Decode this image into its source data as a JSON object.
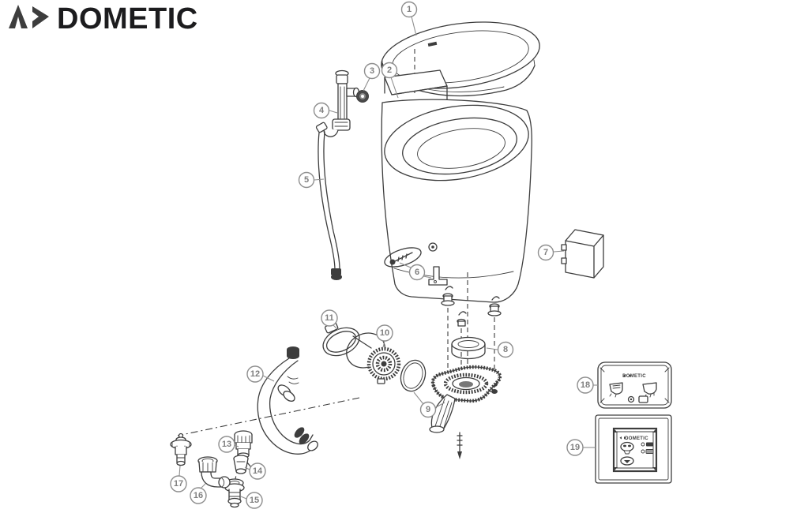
{
  "logo": {
    "text": "DOMETIC"
  },
  "diagram": {
    "type": "exploded-parts-diagram",
    "subject": "macerator-toilet",
    "callouts": [
      {
        "number": "1",
        "part": "seat-and-lid"
      },
      {
        "number": "2",
        "part": "toilet-body"
      },
      {
        "number": "3",
        "part": "grommet"
      },
      {
        "number": "4",
        "part": "water-valve-assembly"
      },
      {
        "number": "5",
        "part": "water-supply-hose"
      },
      {
        "number": "6",
        "part": "mounting-screw-and-bracket"
      },
      {
        "number": "7",
        "part": "control-box"
      },
      {
        "number": "8",
        "part": "base-seal-ring"
      },
      {
        "number": "9",
        "part": "discharge-base-and-seal"
      },
      {
        "number": "10",
        "part": "discharge-port-fitting"
      },
      {
        "number": "11",
        "part": "hose-clamp"
      },
      {
        "number": "12",
        "part": "discharge-loop-hose"
      },
      {
        "number": "13",
        "part": "straight-fitting"
      },
      {
        "number": "14",
        "part": "union-nut"
      },
      {
        "number": "15",
        "part": "hose-barb-fitting"
      },
      {
        "number": "16",
        "part": "elbow-fitting"
      },
      {
        "number": "17",
        "part": "inlet-fitting"
      },
      {
        "number": "18",
        "part": "flush-control-panel"
      },
      {
        "number": "19",
        "part": "wall-switch-panel"
      }
    ]
  },
  "panels": {
    "p18": {
      "brand": "DOMETIC"
    },
    "p19": {
      "brand": "DOMETIC"
    }
  },
  "colors": {
    "background": "#ffffff",
    "line": "#3d3d3d",
    "callout": "#8e8e8e",
    "logo": "#1c1c1e"
  }
}
